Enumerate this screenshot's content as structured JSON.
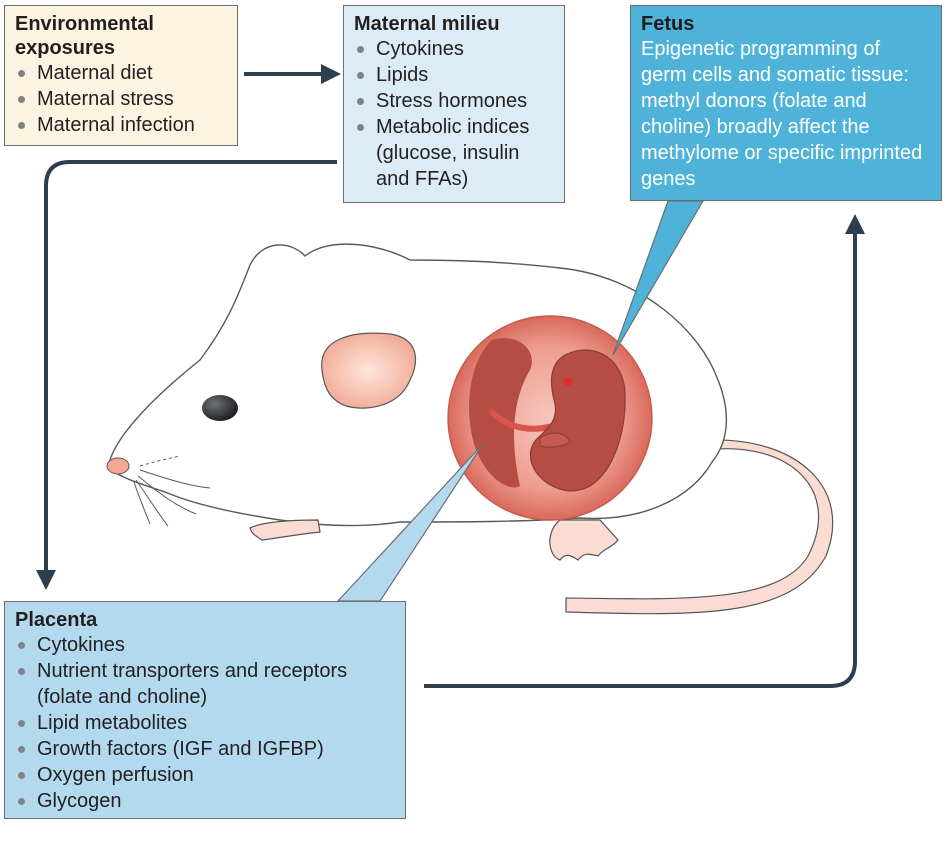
{
  "boxes": {
    "environmental": {
      "title": "Environmental exposures",
      "items": [
        "Maternal diet",
        "Maternal stress",
        "Maternal infection"
      ]
    },
    "milieu": {
      "title": "Maternal milieu",
      "items": [
        "Cytokines",
        "Lipids",
        "Stress hormones",
        "Metabolic indices (glucose, insulin and FFAs)"
      ]
    },
    "fetus": {
      "title": "Fetus",
      "text": "Epigenetic programming of germ cells and somatic tissue: methyl donors (folate and choline) broadly affect the methylome or specific imprinted genes"
    },
    "placenta": {
      "title": "Placenta",
      "items": [
        "Cytokines",
        "Nutrient transporters and receptors (folate and choline)",
        "Lipid metabolites",
        "Growth factors (IGF and IGFBP)",
        "Oxygen perfusion",
        "Glycogen"
      ]
    }
  },
  "colors": {
    "arrow": "#2d3e4e",
    "environmental_box": "#fdf3e1",
    "milieu_box": "#dcecf6",
    "fetus_box": "#4fb3d9",
    "placenta_box": "#b3d9ef",
    "uterus": "#e8877a",
    "fetus": "#b54d44",
    "ear": "#f5b8a5",
    "tail": "#fbdcd2"
  }
}
